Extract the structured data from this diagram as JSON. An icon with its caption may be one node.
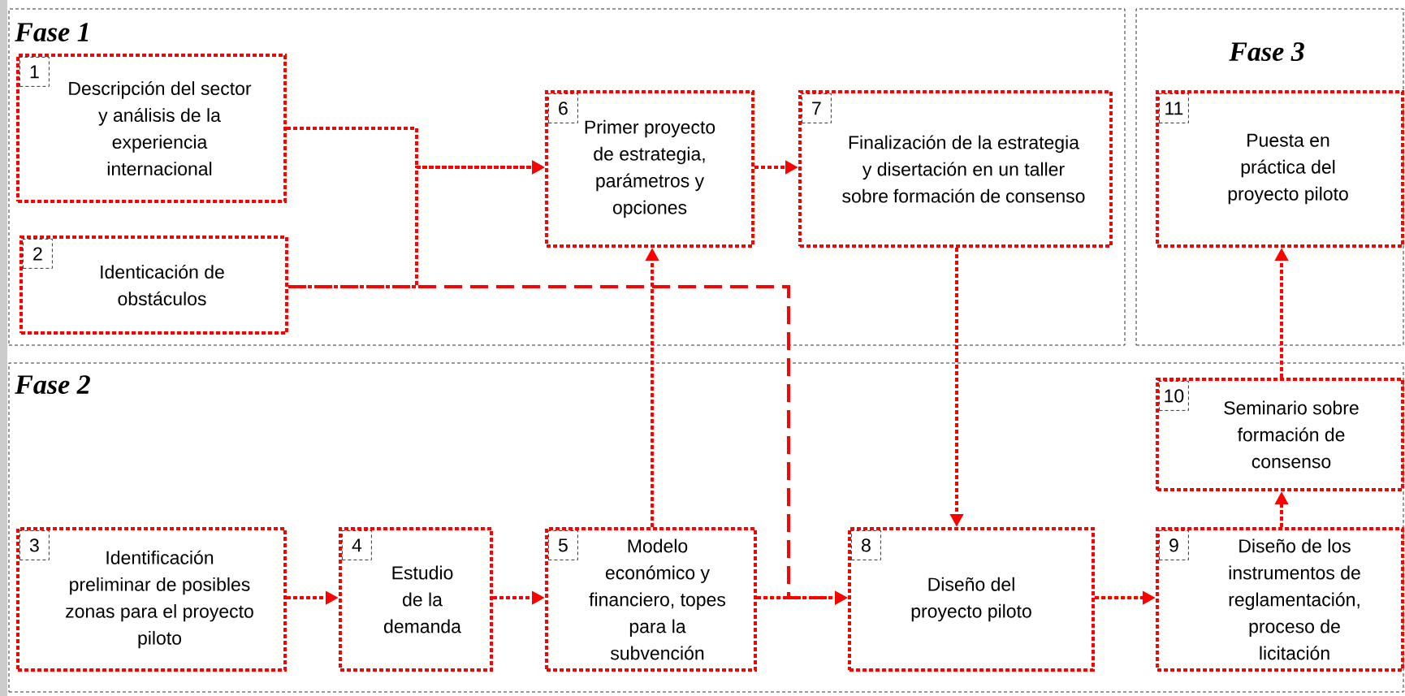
{
  "diagram": {
    "nodes": [
      {
        "text": [
          "Fase 1"
        ]
      },
      {
        "text": [
          "1",
          "Descripción del sector y análisis de la experiencia internacional"
        ],
        "in": 0
      },
      {
        "text": [
          "2",
          "Identicación de obstáculos"
        ],
        "in": 0
      },
      {
        "text": [
          "6",
          "Primer proyecto de estrategia, parámetros y opciones"
        ],
        "in": 0
      },
      {
        "text": [
          "7",
          "Finalización de la estrategia y disertación en un taller sobre formación de consenso"
        ],
        "in": 0
      },
      {
        "text": [
          "Fase 3"
        ]
      },
      {
        "text": [
          "11",
          "Puesta en práctica del proyecto piloto"
        ],
        "in": 5
      },
      {
        "text": [
          "Fase 2"
        ]
      },
      {
        "text": [
          "3",
          "Identificación preliminar de posibles zonas para el proyecto piloto"
        ],
        "in": 7
      },
      {
        "text": [
          "4",
          "Estudio de la demanda"
        ],
        "in": 7
      },
      {
        "text": [
          "5",
          "Modelo económico y financiero, topes para la subvención"
        ],
        "in": 7
      },
      {
        "text": [
          "8",
          "Diseño del proyecto piloto"
        ],
        "in": 7
      },
      {
        "text": [
          "9",
          "Diseño de los instrumentos de reglamentación, proceso de licitación"
        ],
        "in": 7
      },
      {
        "text": [
          "10",
          "Seminario sobre formación de consenso"
        ],
        "in": 7
      }
    ],
    "edges": [
      {
        "from": 1,
        "to": 3,
        "arrow": "to"
      },
      {
        "from": 2,
        "to": 3,
        "arrow": "to"
      },
      {
        "from": 2,
        "to": 11,
        "arrow": "to",
        "style": "dashed"
      },
      {
        "from": 10,
        "to": 3,
        "arrow": "to"
      },
      {
        "from": 3,
        "to": 4,
        "arrow": "to"
      },
      {
        "from": 4,
        "to": 11,
        "arrow": "to"
      },
      {
        "from": 8,
        "to": 9,
        "arrow": "to"
      },
      {
        "from": 9,
        "to": 10,
        "arrow": "to"
      },
      {
        "from": 10,
        "to": 11,
        "arrow": "to"
      },
      {
        "from": 11,
        "to": 12,
        "arrow": "to"
      },
      {
        "from": 12,
        "to": 13,
        "arrow": "to"
      },
      {
        "from": 13,
        "to": 6,
        "arrow": "to"
      }
    ]
  }
}
